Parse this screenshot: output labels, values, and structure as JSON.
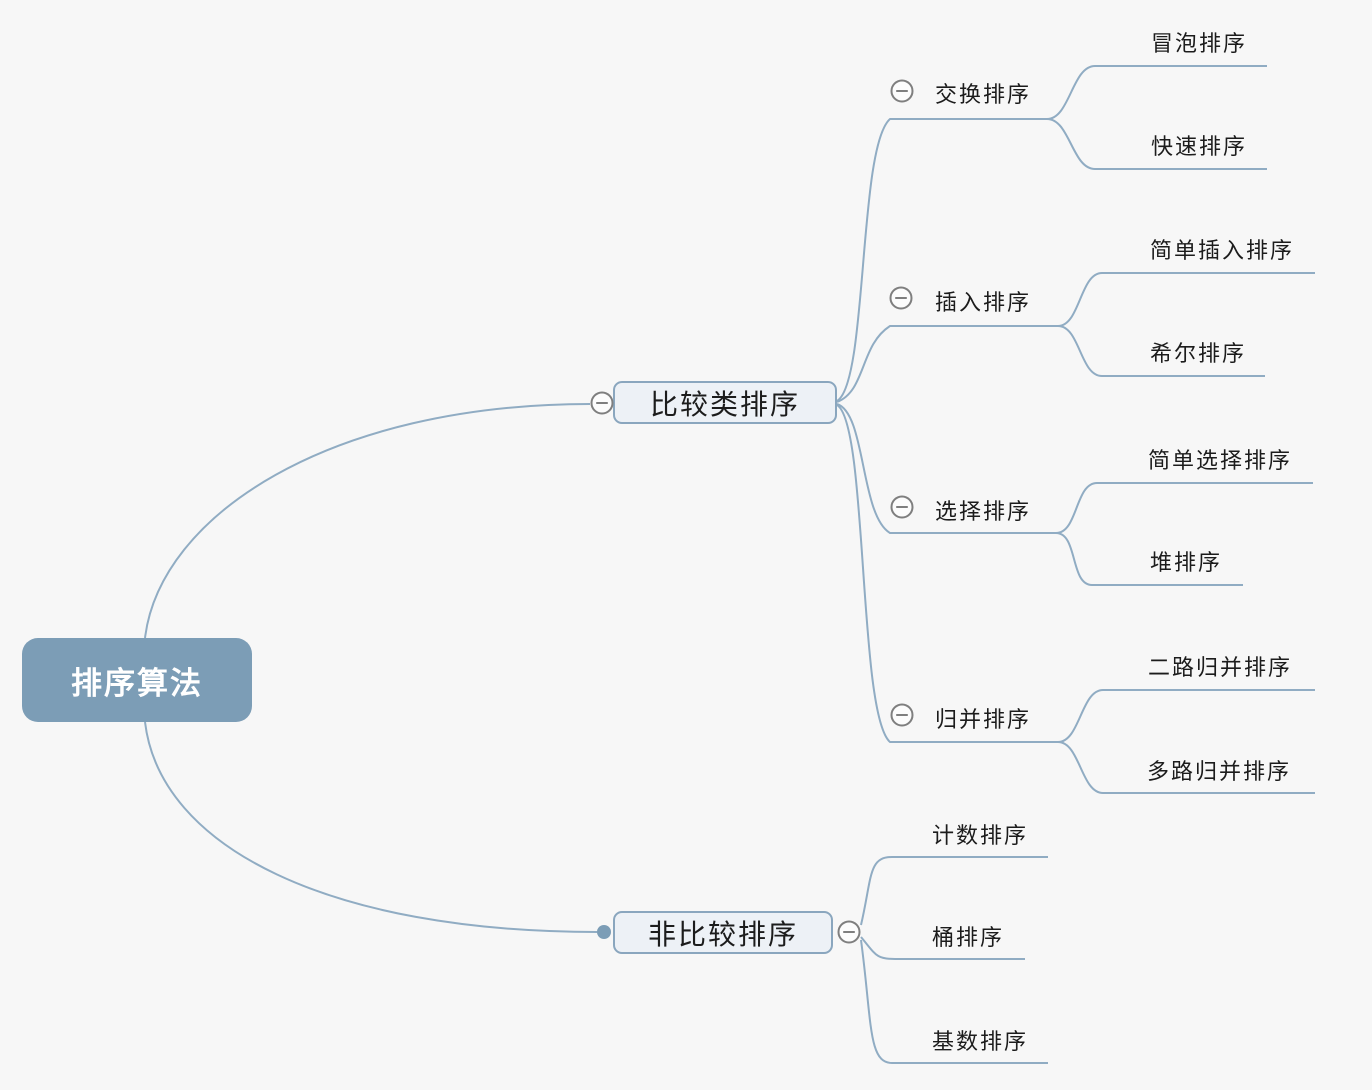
{
  "mindmap": {
    "root": {
      "label": "排序算法"
    },
    "branches": [
      {
        "label": "比较类排序",
        "children": [
          {
            "label": "交换排序",
            "children": [
              {
                "label": "冒泡排序"
              },
              {
                "label": "快速排序"
              }
            ]
          },
          {
            "label": "插入排序",
            "children": [
              {
                "label": "简单插入排序"
              },
              {
                "label": "希尔排序"
              }
            ]
          },
          {
            "label": "选择排序",
            "children": [
              {
                "label": "简单选择排序"
              },
              {
                "label": "堆排序"
              }
            ]
          },
          {
            "label": "归并排序",
            "children": [
              {
                "label": "二路归并排序"
              },
              {
                "label": "多路归并排序"
              }
            ]
          }
        ]
      },
      {
        "label": "非比较排序",
        "children": [
          {
            "label": "计数排序"
          },
          {
            "label": "桶排序"
          },
          {
            "label": "基数排序"
          }
        ]
      }
    ]
  },
  "icons": {
    "collapse": "minus-circle",
    "branch_endpoint": "dot"
  },
  "colors": {
    "background": "#f7f7f7",
    "root_fill": "#7c9db6",
    "root_text": "#ffffff",
    "branch_box_fill": "#edf1f6",
    "branch_box_border": "#8aa6be",
    "connector_line": "#90acc3",
    "collapse_icon_stroke": "#7f7f7f",
    "topic_text": "#1c1c1c"
  }
}
